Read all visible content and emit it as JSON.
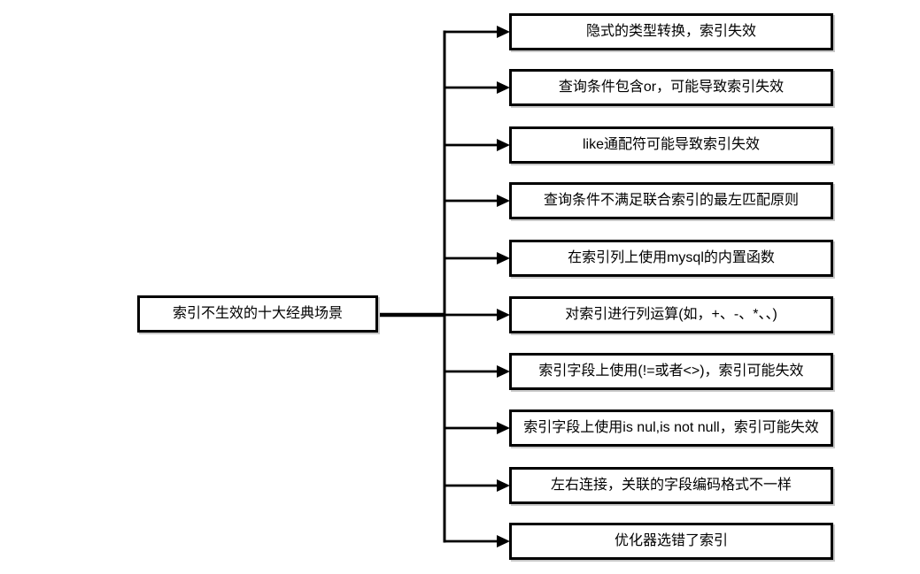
{
  "diagram": {
    "type": "tree-mindmap",
    "root": {
      "label": "索引不生效的十大经典场景"
    },
    "branches": [
      {
        "label": "隐式的类型转换，索引失效"
      },
      {
        "label": "查询条件包含or，可能导致索引失效"
      },
      {
        "label": "like通配符可能导致索引失效"
      },
      {
        "label": "查询条件不满足联合索引的最左匹配原则"
      },
      {
        "label": "在索引列上使用mysql的内置函数"
      },
      {
        "label": "对索引进行列运算(如，+、-、*、、)"
      },
      {
        "label": "索引字段上使用(!=或者<>)，索引可能失效"
      },
      {
        "label": "索引字段上使用is nul,is not null，索引可能失效"
      },
      {
        "label": "左右连接，关联的字段编码格式不一样"
      },
      {
        "label": "优化器选错了索引"
      }
    ],
    "colors": {
      "line": "#000000",
      "box_border": "#000000",
      "box_background": "#ffffff",
      "canvas_background": "#ffffff"
    }
  }
}
